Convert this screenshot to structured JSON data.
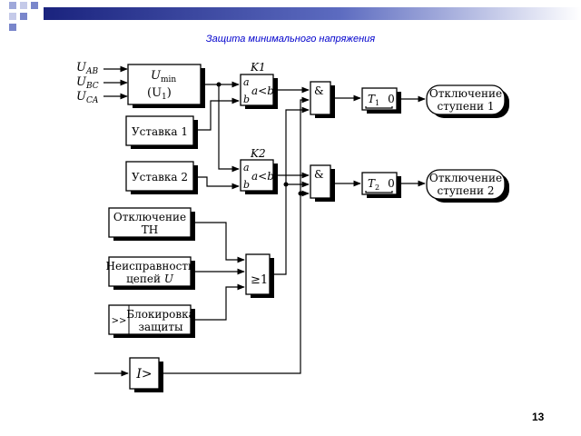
{
  "slide": {
    "title": "Защита минимального напряжения",
    "page_number": "13"
  },
  "inputs": {
    "u_ab": "U",
    "u_ab_sub": "AB",
    "u_bc": "U",
    "u_bc_sub": "BC",
    "u_ca": "U",
    "u_ca_sub": "CA"
  },
  "umin_block": {
    "line1": "U",
    "line1_sub": "min",
    "line2": "(U",
    "line2_sub": "1",
    "line2_end": ")"
  },
  "setpoint1": "Уставка 1",
  "setpoint2": "Уставка 2",
  "comparator1": {
    "name": "K1",
    "in_a": "a",
    "in_b": "b",
    "expr": "a<b"
  },
  "comparator2": {
    "name": "K2",
    "in_a": "a",
    "in_b": "b",
    "expr": "a<b"
  },
  "and1": "&",
  "and2": "&",
  "timer1": {
    "name": "T",
    "sub": "1",
    "zero": "0"
  },
  "timer2": {
    "name": "T",
    "sub": "2",
    "zero": "0"
  },
  "output1": {
    "line1": "Отключение",
    "line2": "ступени 1"
  },
  "output2": {
    "line1": "Отключение",
    "line2": "ступени 2"
  },
  "vt_off": {
    "line1": "Отключение",
    "line2": "ТН"
  },
  "fault": {
    "line1": "Неисправность",
    "line2": "цепей",
    "line2_u": "U"
  },
  "block": {
    "prefix": ">>",
    "line1": "Блокировка",
    "line2": "защиты"
  },
  "or_gate": "≥1",
  "current_relay": "I>",
  "colors": {
    "title": "#0000cc",
    "decor_dark": "#1a237e",
    "decor_mid": "#5c6bc0",
    "decor_light": "#c5cae9"
  }
}
